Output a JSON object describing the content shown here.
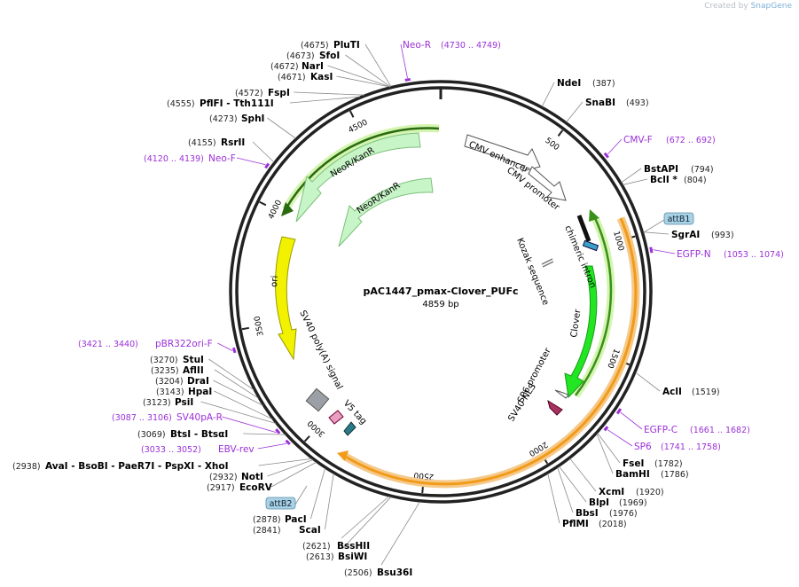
{
  "credit": {
    "prefix": "Created by",
    "brand": "SnapGene"
  },
  "plasmid": {
    "name": "pAC1447_pmax-Clover_PUFc",
    "length_label": "4859 bp",
    "length": 4859
  },
  "ticks": [
    {
      "pos": 500,
      "label": "500"
    },
    {
      "pos": 1000,
      "label": "1000"
    },
    {
      "pos": 1500,
      "label": "1500"
    },
    {
      "pos": 2000,
      "label": "2000"
    },
    {
      "pos": 2500,
      "label": "2500"
    },
    {
      "pos": 3000,
      "label": "3000"
    },
    {
      "pos": 3500,
      "label": "3500"
    },
    {
      "pos": 4000,
      "label": "4000"
    },
    {
      "pos": 4500,
      "label": "4500"
    }
  ],
  "sites": [
    {
      "name": "NdeI",
      "pos": 387,
      "coord": "(387)"
    },
    {
      "name": "SnaBI",
      "pos": 493,
      "coord": "(493)"
    },
    {
      "name": "BstAPI",
      "pos": 794,
      "coord": "(794)"
    },
    {
      "name": "BclI *",
      "pos": 804,
      "coord": "(804)"
    },
    {
      "name": "SgrAI",
      "pos": 993,
      "coord": "(993)"
    },
    {
      "name": "AclI",
      "pos": 1519,
      "coord": "(1519)"
    },
    {
      "name": "FseI",
      "pos": 1782,
      "coord": "(1782)"
    },
    {
      "name": "BamHI",
      "pos": 1786,
      "coord": "(1786)"
    },
    {
      "name": "XcmI",
      "pos": 1920,
      "coord": "(1920)"
    },
    {
      "name": "BlpI",
      "pos": 1969,
      "coord": "(1969)"
    },
    {
      "name": "BbsI",
      "pos": 1976,
      "coord": "(1976)"
    },
    {
      "name": "PflMI",
      "pos": 2018,
      "coord": "(2018)"
    },
    {
      "name": "Bsu36I",
      "pos": 2506,
      "coord": "(2506)"
    },
    {
      "name": "BsiWI",
      "pos": 2613,
      "coord": "(2613)"
    },
    {
      "name": "BssHII",
      "pos": 2621,
      "coord": "(2621)"
    },
    {
      "name": "ScaI",
      "pos": 2841,
      "coord": "(2841)"
    },
    {
      "name": "PacI",
      "pos": 2878,
      "coord": "(2878)"
    },
    {
      "name": "EcoRV",
      "pos": 2917,
      "coord": "(2917)"
    },
    {
      "name": "NotI",
      "pos": 2932,
      "coord": "(2932)"
    },
    {
      "name": "AvaI - BsoBI - PaeR7I - PspXI - XhoI",
      "pos": 2938,
      "coord": "(2938)"
    },
    {
      "name": "BtsI - BtsαI",
      "pos": 3069,
      "coord": "(3069)"
    },
    {
      "name": "PsiI",
      "pos": 3123,
      "coord": "(3123)"
    },
    {
      "name": "HpaI",
      "pos": 3143,
      "coord": "(3143)"
    },
    {
      "name": "DraI",
      "pos": 3204,
      "coord": "(3204)"
    },
    {
      "name": "AflII",
      "pos": 3235,
      "coord": "(3235)"
    },
    {
      "name": "StuI",
      "pos": 3270,
      "coord": "(3270)"
    },
    {
      "name": "SphI",
      "pos": 4273,
      "coord": "(4273)"
    },
    {
      "name": "RsrII",
      "pos": 4155,
      "coord": "(4155)"
    },
    {
      "name": "PflFI - Tth111I",
      "pos": 4555,
      "coord": "(4555)"
    },
    {
      "name": "FspI",
      "pos": 4572,
      "coord": "(4572)"
    },
    {
      "name": "KasI",
      "pos": 4671,
      "coord": "(4671)"
    },
    {
      "name": "NarI",
      "pos": 4672,
      "coord": "(4672)"
    },
    {
      "name": "SfoI",
      "pos": 4673,
      "coord": "(4673)"
    },
    {
      "name": "PluTI",
      "pos": 4675,
      "coord": "(4675)"
    }
  ],
  "primers": [
    {
      "name": "Neo-R",
      "range": "(4730 .. 4749)",
      "start": 4730,
      "end": 4749
    },
    {
      "name": "CMV-F",
      "range": "(672 .. 692)",
      "start": 672,
      "end": 692
    },
    {
      "name": "EGFP-N",
      "range": "(1053 .. 1074)",
      "start": 1053,
      "end": 1074
    },
    {
      "name": "EGFP-C",
      "range": "(1661 .. 1682)",
      "start": 1661,
      "end": 1682
    },
    {
      "name": "SP6",
      "range": "(1741 .. 1758)",
      "start": 1741,
      "end": 1758
    },
    {
      "name": "EBV-rev",
      "range": "(3033 .. 3052)",
      "start": 3033,
      "end": 3052
    },
    {
      "name": "SV40pA-R",
      "range": "(3087 .. 3106)",
      "start": 3087,
      "end": 3106
    },
    {
      "name": "pBR322ori-F",
      "range": "(3421 .. 3440)",
      "start": 3421,
      "end": 3440
    },
    {
      "name": "Neo-F",
      "range": "(4120 .. 4139)",
      "start": 4120,
      "end": 4139
    }
  ],
  "att_sites": [
    {
      "name": "attB1"
    },
    {
      "name": "attB2"
    }
  ],
  "features": [
    {
      "name": "CMV enhancer"
    },
    {
      "name": "CMV promoter"
    },
    {
      "name": "chimeric intron"
    },
    {
      "name": "Kozak sequence"
    },
    {
      "name": "Clover"
    },
    {
      "name": "SP6 promoter"
    },
    {
      "name": "SV40 NLS"
    },
    {
      "name": "V5 tag"
    },
    {
      "name": "SV40 poly(A) signal"
    },
    {
      "name": "ori"
    },
    {
      "name": "NeoR/KanR"
    },
    {
      "name": "NeoR/KanR"
    }
  ],
  "colors": {
    "backbone": "#222222",
    "enzyme": "#000000",
    "coord": "#222222",
    "primer": "#9b30d9",
    "ori": "#f2f200",
    "clover": "#22e622",
    "neo": "#c8f5c8",
    "orange_arc": "#f5a623",
    "green_arc": "#3a8f1a"
  }
}
